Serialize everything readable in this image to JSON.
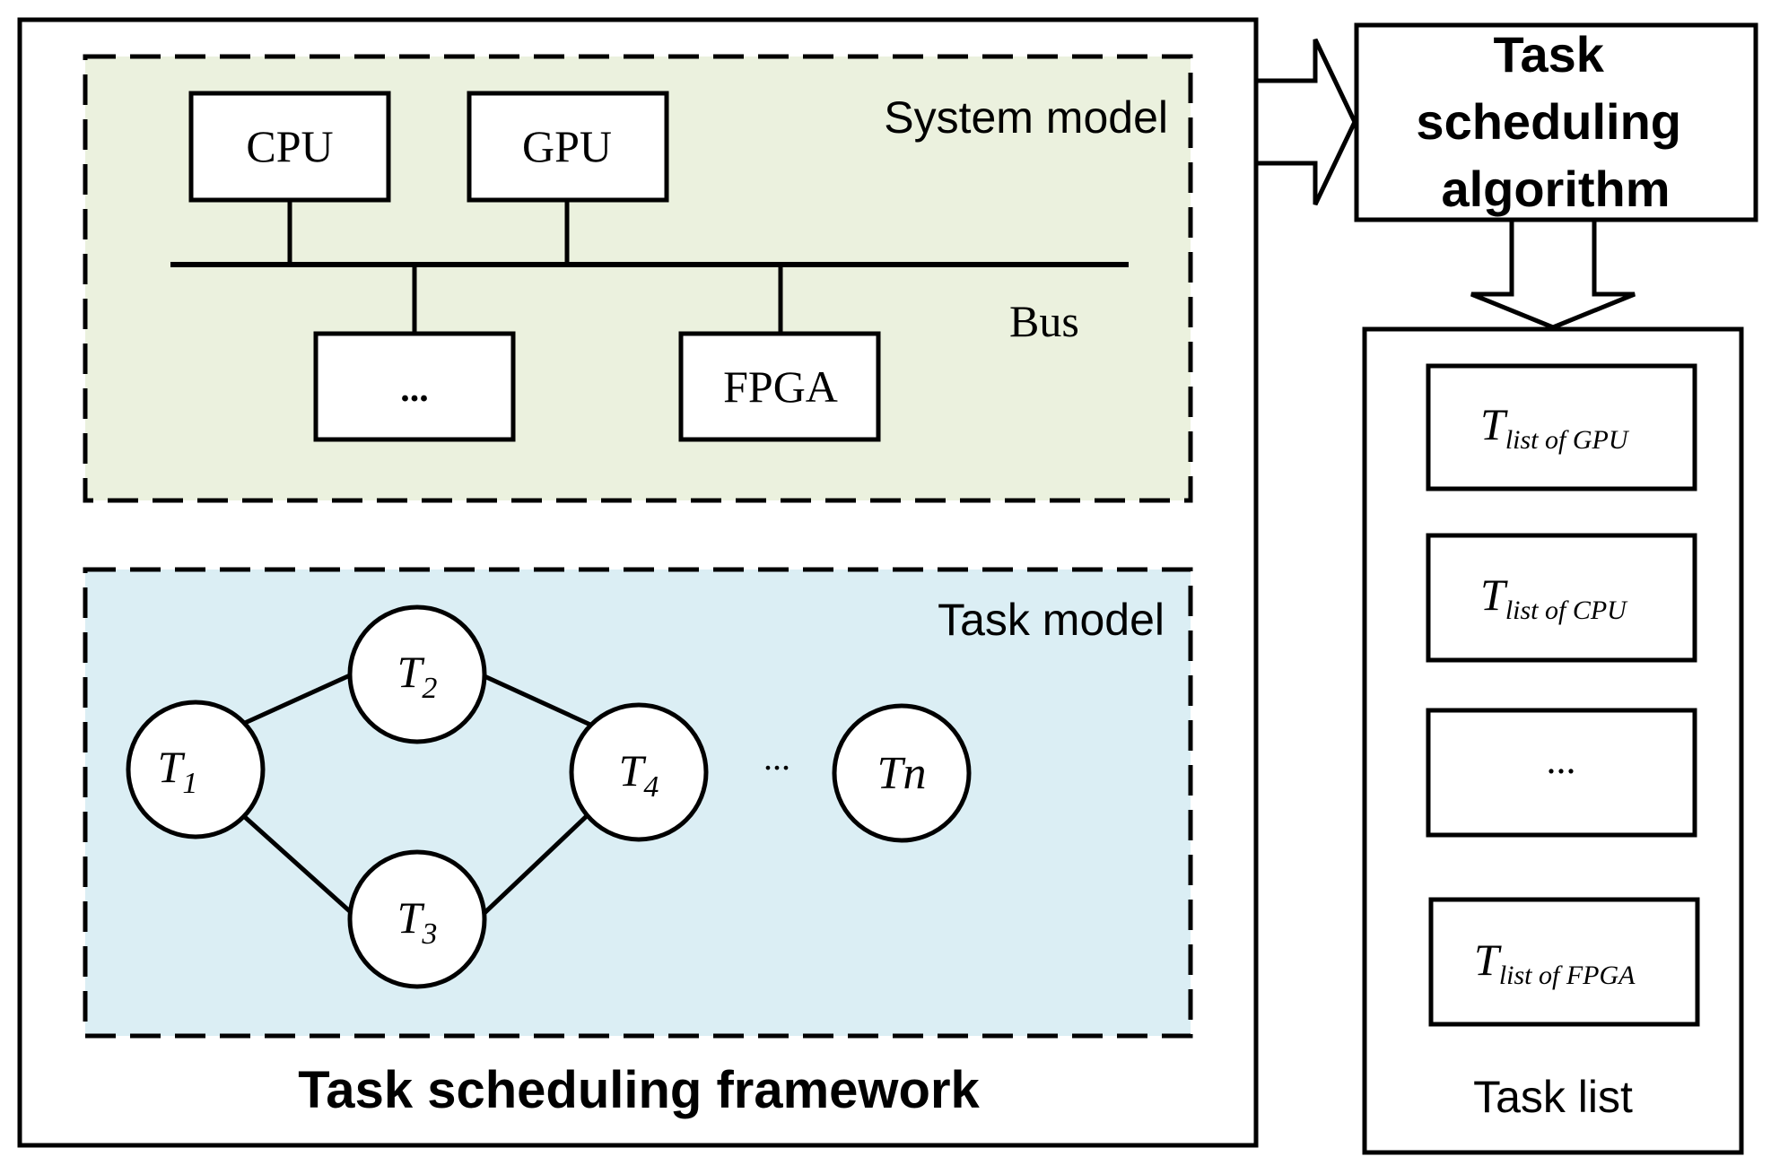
{
  "framework": {
    "title": "Task scheduling framework"
  },
  "system_model": {
    "title": "System model",
    "bus_label": "Bus",
    "processors": {
      "cpu": "CPU",
      "gpu": "GPU",
      "other": "...",
      "fpga": "FPGA"
    },
    "fill_color": "#ebf1de"
  },
  "task_model": {
    "title": "Task model",
    "fill_color": "#dbeef4",
    "nodes": {
      "t1": {
        "base": "T",
        "sub": "1"
      },
      "t2": {
        "base": "T",
        "sub": "2"
      },
      "t3": {
        "base": "T",
        "sub": "3"
      },
      "t4": {
        "base": "T",
        "sub": "4"
      },
      "tn": {
        "base": "Tn",
        "sub": ""
      }
    },
    "ellipsis": "..."
  },
  "algorithm": {
    "line1": "Task",
    "line2": "scheduling",
    "line3": "algorithm"
  },
  "task_list": {
    "title": "Task list",
    "items": [
      {
        "base": "T",
        "sub": "list of GPU"
      },
      {
        "base": "T",
        "sub": "list of CPU"
      },
      {
        "ellipsis": "..."
      },
      {
        "base": "T",
        "sub": "list of FPGA"
      }
    ]
  }
}
